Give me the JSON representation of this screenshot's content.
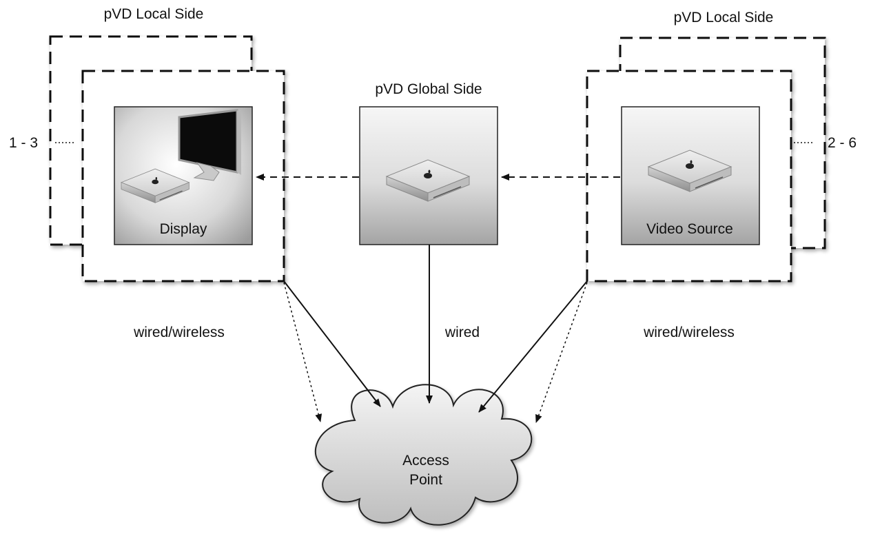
{
  "labels": {
    "local_left": "pVD Local Side",
    "local_right": "pVD Local Side",
    "global": "pVD Global Side",
    "range_left": "1 - 3",
    "range_right": "2 - 6",
    "display": "Display",
    "video_source": "Video Source",
    "wired_wireless_left": "wired/wireless",
    "wired": "wired",
    "wired_wireless_right": "wired/wireless",
    "access_point_line1": "Access",
    "access_point_line2": "Point"
  },
  "icons": {
    "display_node": [
      "mac-mini-icon",
      "monitor-icon"
    ],
    "global_node": [
      "mac-mini-icon"
    ],
    "source_node": [
      "mac-mini-icon"
    ],
    "access_point": "cloud-icon"
  },
  "colors": {
    "stroke": "#111111",
    "box_gradient_light": "#f4f4f4",
    "box_gradient_dark": "#a9a9a9",
    "cloud_light": "#f2f2f2",
    "cloud_dark": "#c4c4c4"
  }
}
